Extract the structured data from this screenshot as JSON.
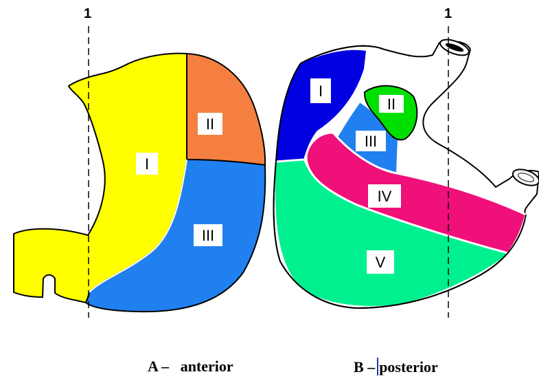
{
  "figure": {
    "marker_left": "1",
    "marker_right": "1",
    "caption_a_letter": "A –",
    "caption_a_word": "anterior",
    "caption_b_letter": "B –",
    "caption_b_word": "posterior"
  },
  "anterior_regions": [
    {
      "label": "I",
      "color": "#ffff00"
    },
    {
      "label": "II",
      "color": "#f47f40"
    },
    {
      "label": "III",
      "color": "#2080f0"
    }
  ],
  "posterior_regions": [
    {
      "label": "I",
      "color": "#0000e0"
    },
    {
      "label": "II",
      "color": "#00e000"
    },
    {
      "label": "III",
      "color": "#2080f0"
    },
    {
      "label": "IV",
      "color": "#f0107a"
    },
    {
      "label": "V",
      "color": "#00f090"
    }
  ]
}
